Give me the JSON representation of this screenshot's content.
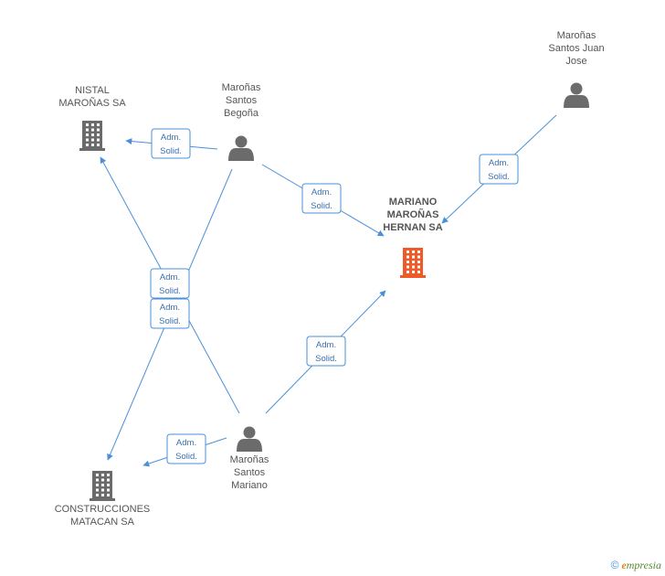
{
  "nodes": [
    {
      "id": "nistal",
      "type": "company",
      "highlight": false,
      "label": [
        "NISTAL",
        "MAROÑAS SA"
      ]
    },
    {
      "id": "mariano_sa",
      "type": "company",
      "highlight": true,
      "label": [
        "MARIANO",
        "MAROÑAS",
        "HERNAN SA"
      ]
    },
    {
      "id": "construcciones",
      "type": "company",
      "highlight": false,
      "label": [
        "CONSTRUCCIONES",
        "MATACAN SA"
      ]
    },
    {
      "id": "begona",
      "type": "person",
      "label": [
        "Maroñas",
        "Santos",
        "Begoña"
      ]
    },
    {
      "id": "juanjose",
      "type": "person",
      "label": [
        "Maroñas",
        "Santos Juan",
        "Jose"
      ]
    },
    {
      "id": "mariano",
      "type": "person",
      "label": [
        "Maroñas",
        "Santos",
        "Mariano"
      ]
    }
  ],
  "edges": [
    {
      "from": "begona",
      "to": "nistal",
      "label": [
        "Adm.",
        "Solid."
      ]
    },
    {
      "from": "begona",
      "to": "mariano_sa",
      "label": [
        "Adm.",
        "Solid."
      ]
    },
    {
      "from": "begona",
      "to": "construcciones",
      "label": [
        "Adm.",
        "Solid."
      ]
    },
    {
      "from": "juanjose",
      "to": "mariano_sa",
      "label": [
        "Adm.",
        "Solid."
      ]
    },
    {
      "from": "mariano",
      "to": "nistal",
      "label": [
        "Adm.",
        "Solid."
      ]
    },
    {
      "from": "mariano",
      "to": "mariano_sa",
      "label": [
        "Adm.",
        "Solid."
      ]
    },
    {
      "from": "mariano",
      "to": "construcciones",
      "label": [
        "Adm.",
        "Solid."
      ]
    }
  ],
  "colors": {
    "edge": "#4a90d9",
    "company": "#6b6b6b",
    "highlight": "#f05a28",
    "person": "#6b6b6b"
  },
  "brand": {
    "copyright": "©",
    "initial": "e",
    "name": "mpresia"
  }
}
